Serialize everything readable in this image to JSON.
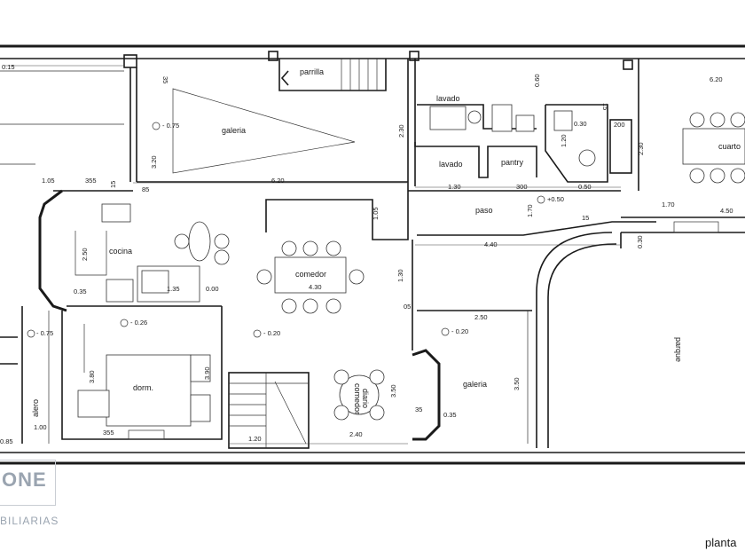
{
  "brand": {
    "logo_text": "ONE",
    "subtitle": "BILIARIAS"
  },
  "plan_label": "planta",
  "rooms": {
    "parrilla": "parrilla",
    "galeria_top": "galeria",
    "lavado_top": "lavado",
    "lavado": "lavado",
    "pantry": "pantry",
    "cuarto": "cuarto",
    "paso": "paso",
    "cocina": "cocina",
    "comedor": "comedor",
    "dorm": "dorm.",
    "comedor_diario_1": "comedor",
    "comedor_diario_2": "diario",
    "galeria_bottom": "galeria",
    "parque": "parque",
    "alero": "alero"
  },
  "levels": {
    "l1": "- 0.75",
    "l2": "- 0.26",
    "l3": "- 0.75",
    "l4": "- 0.20",
    "l5": "- 0.20",
    "l6": "+0.50"
  },
  "dimensions": {
    "d_015": "0.15",
    "d_35a": "35",
    "d_060": "0.60",
    "d_620_top": "6.20",
    "d_230a": "2.30",
    "d_320": "3.20",
    "d_620": "6.20",
    "d_105": "1.05",
    "d_355": "355",
    "d_15a": "15",
    "d_85": "85",
    "d_250": "2.50",
    "d_035": "0.35",
    "d_135": "1.35",
    "d_000": "0.00",
    "d_430": "4.30",
    "d_130a": "1.30",
    "d_300": "300",
    "d_050": "0.50",
    "d_170": "1.70",
    "d_170b": "1.70",
    "d_450": "4.50",
    "d_440": "4.40",
    "d_105b": "1.05",
    "d_130b": "1.30",
    "d_05": "05",
    "d_250b": "2.50",
    "d_350": "3.50",
    "d_350b": "3.50",
    "d_35b": "35",
    "d_035b": "0.35",
    "d_120": "1.20",
    "d_240": "2.40",
    "d_380": "3.80",
    "d_390": "3.90",
    "d_100": "1.00",
    "d_355b": "355",
    "d_085": "0.85",
    "d_030": "0.30",
    "d_030b": "0.30",
    "d_200": "200",
    "d_120b": "1.20",
    "d_230b": "2.30",
    "d_15b": "15",
    "d_15c": "15"
  }
}
